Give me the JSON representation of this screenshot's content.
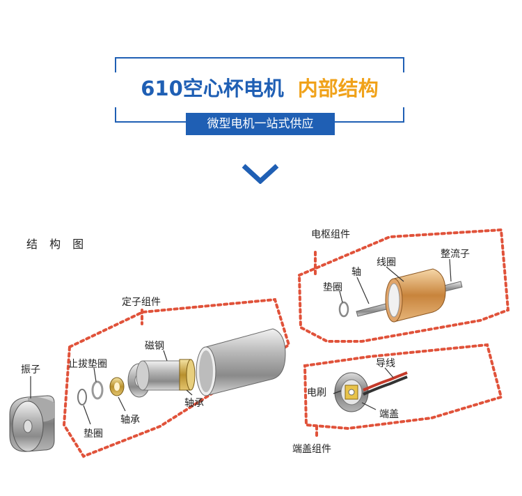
{
  "header": {
    "title_blue": "610空心杯电机",
    "title_orange": "内部结构",
    "subtitle": "微型电机一站式供应"
  },
  "diagram": {
    "title": "结 构 图",
    "groups": {
      "armature": "电枢组件",
      "stator": "定子组件",
      "endcap": "端盖组件"
    },
    "labels": {
      "vibrator": "振子",
      "retaining_washer": "止拔垫圈",
      "washer_left": "垫圈",
      "bearing_left": "轴承",
      "magnet": "磁钢",
      "bearing_right": "轴承",
      "washer_armature": "垫圈",
      "shaft": "轴",
      "coil": "线圈",
      "commutator": "整流子",
      "brush": "电刷",
      "wire": "导线",
      "endcap": "端盖"
    }
  },
  "colors": {
    "brand_blue": "#1f5fb4",
    "accent_orange": "#f0a21a",
    "dotted_red": "#e0523a"
  }
}
